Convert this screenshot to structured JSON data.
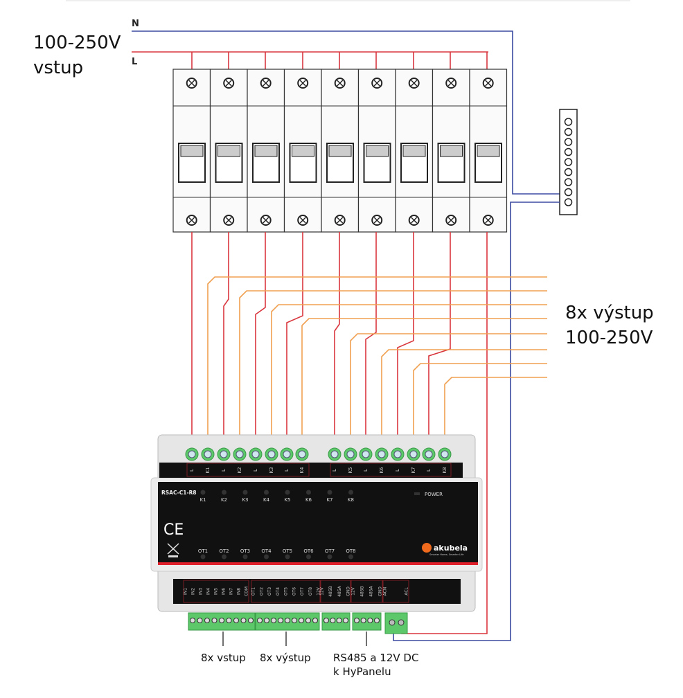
{
  "input_label": {
    "line1": "100-250V",
    "line2": "vstup"
  },
  "output_label": {
    "line1": "8x výstup",
    "line2": "100-250V"
  },
  "line_labels": {
    "neutral": "N",
    "live": "L"
  },
  "breaker_count": 9,
  "bus_bar_terminals": 9,
  "module": {
    "model": "RSAC-C1-R8",
    "power_label": "POWER",
    "brand": "akubela",
    "brand_tagline": "Smarter Home, Smarter Life",
    "ce_mark": "CE",
    "relay_leds": [
      "K1",
      "K2",
      "K3",
      "K4",
      "K5",
      "K6",
      "K7",
      "K8"
    ],
    "output_leds": [
      "OT1",
      "OT2",
      "OT3",
      "OT4",
      "OT5",
      "OT6",
      "OT7",
      "OT8"
    ],
    "top_terminals_left": [
      "L",
      "K1",
      "L",
      "K2",
      "L",
      "K3",
      "L",
      "K4"
    ],
    "top_terminals_right": [
      "L",
      "K5",
      "L",
      "K6",
      "L",
      "K7",
      "L",
      "K8"
    ],
    "bottom_groups": [
      [
        "IN1",
        "IN2",
        "IN3",
        "IN4",
        "IN5",
        "IN6",
        "IN7",
        "IN8",
        "COM"
      ],
      [
        "OT1",
        "OT2",
        "OT3",
        "OT4",
        "OT5",
        "OT6",
        "OT7",
        "OT8",
        "12V"
      ],
      [
        "12V",
        "485B",
        "485A",
        "GND"
      ],
      [
        "12V",
        "485B",
        "485A",
        "GND"
      ],
      [
        "ACN",
        "ACL"
      ]
    ]
  },
  "bottom_labels": {
    "inputs": "8x vstup",
    "outputs": "8x výstup",
    "rs485_line1": "RS485 a 12V DC",
    "rs485_line2": "k HyPanelu"
  },
  "colors": {
    "live": "#d9363e",
    "neutral": "#3a4aa0",
    "output": "#f0a050",
    "terminal": "#5cc86a",
    "module_face": "#111111",
    "module_body": "#e6e6e6",
    "accent_red": "#e0202a",
    "brand_orange": "#f06a1e"
  }
}
